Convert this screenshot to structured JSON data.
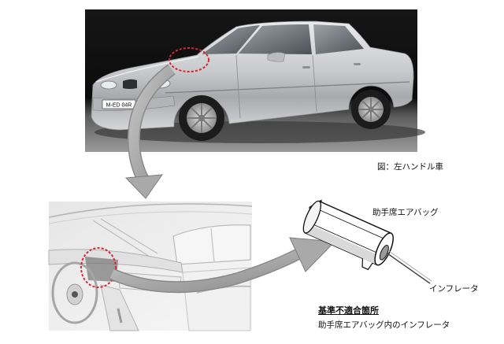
{
  "figure": {
    "caption": "図：左ハンドル車",
    "plate_text": "M-ED 04R"
  },
  "labels": {
    "airbag": "助手席エアバッグ",
    "inflator": "インフレータ"
  },
  "nonconformity": {
    "heading": "基準不適合箇所",
    "detail": "助手席エアバッグ内のインフレータ"
  },
  "colors": {
    "highlight": "#d9262c",
    "arrow": "#a9a9a9"
  }
}
